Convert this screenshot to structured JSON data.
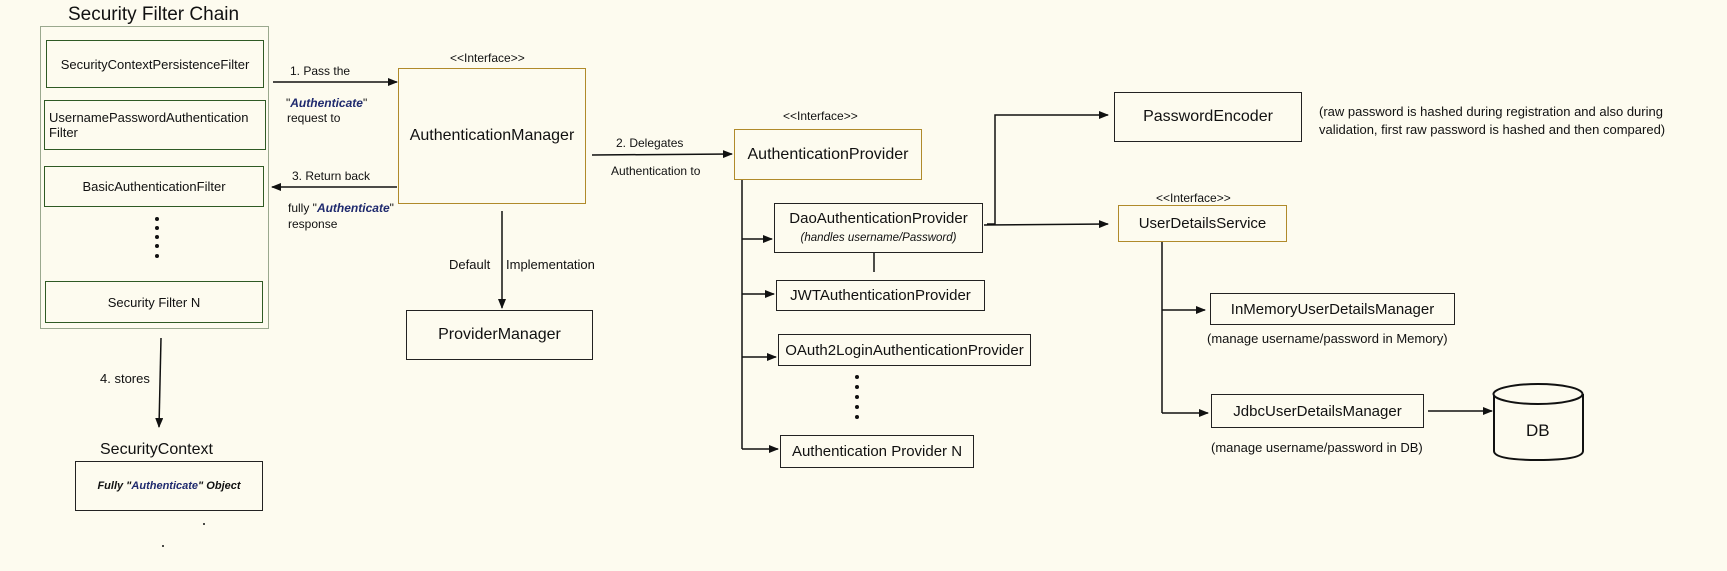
{
  "filter_chain": {
    "title": "Security Filter Chain",
    "filters": [
      "SecurityContextPersistenceFilter",
      "UsernamePasswordAuthentication",
      "Filter",
      "BasicAuthenticationFilter",
      "Security Filter N"
    ]
  },
  "step1": {
    "line1": "1.  Pass the",
    "quote_open": "\"",
    "term": "Authenticate",
    "quote_close": "\"",
    "line3": "request to"
  },
  "step2": {
    "line1": "2.  Delegates",
    "line2": "Authentication to"
  },
  "step3": {
    "line1": "3.  Return back",
    "prefix": "fully \"",
    "term": "Authenticate",
    "quote_close": "\"",
    "line3": "response"
  },
  "step4": {
    "label": "4.  stores"
  },
  "auth_manager": {
    "stereotype": "<<Interface>>",
    "label": "AuthenticationManager"
  },
  "default_impl": {
    "word1": "Default",
    "word2": "Implementation"
  },
  "provider_manager": {
    "label": "ProviderManager"
  },
  "security_context": {
    "title": "SecurityContext",
    "prefix": "Fully \"",
    "term": "Authenticate",
    "suffix": "\" Object"
  },
  "auth_provider": {
    "stereotype": "<<Interface>>",
    "label": "AuthenticationProvider"
  },
  "providers": {
    "dao": "DaoAuthenticationProvider",
    "dao_note": "(handles username/Password)",
    "jwt": "JWTAuthenticationProvider",
    "oauth2": "OAuth2LoginAuthenticationProvider",
    "n": "Authentication Provider N"
  },
  "password_encoder": {
    "label": "PasswordEncoder",
    "note_line1": "(raw password is hashed during registration and also during",
    "note_line2": "validation, first raw password is hashed and then compared)"
  },
  "user_details_service": {
    "stereotype": "<<Interface>>",
    "label": "UserDetailsService"
  },
  "in_memory": {
    "label": "InMemoryUserDetailsManager",
    "note": "(manage username/password in Memory)"
  },
  "jdbc": {
    "label": "JdbcUserDetailsManager",
    "note": "(manage username/password in DB)"
  },
  "db": {
    "label": "DB"
  },
  "colors": {
    "background": "#fdfbef",
    "filter_border": "#2f5a24",
    "interface_border": "#b08a2a",
    "term": "#1f2a6e"
  }
}
